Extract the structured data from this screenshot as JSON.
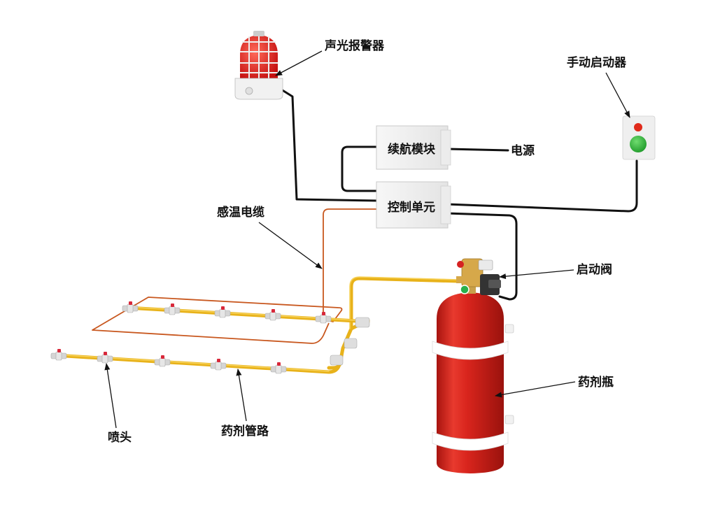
{
  "labels": {
    "alarm": "声光报警器",
    "manual_starter": "手动启动器",
    "power": "电源",
    "backup_module": "续航模块",
    "control_unit": "控制单元",
    "heat_cable": "感温电缆",
    "start_valve": "启动阀",
    "agent_bottle": "药剂瓶",
    "nozzle": "喷头",
    "agent_pipe": "药剂管路"
  },
  "colors": {
    "wire": "#111111",
    "pipe": "#e8b21a",
    "heat_cable": "#c8571e",
    "cylinder": "#d9251d",
    "strap": "#ffffff",
    "lamp": "#e01e1e",
    "button_red": "#e02a1a",
    "button_green": "#2fb33a"
  },
  "icons": [
    "alarm-beacon-icon",
    "manual-starter-icon",
    "valve-icon",
    "nozzle-icon",
    "cylinder-icon"
  ]
}
